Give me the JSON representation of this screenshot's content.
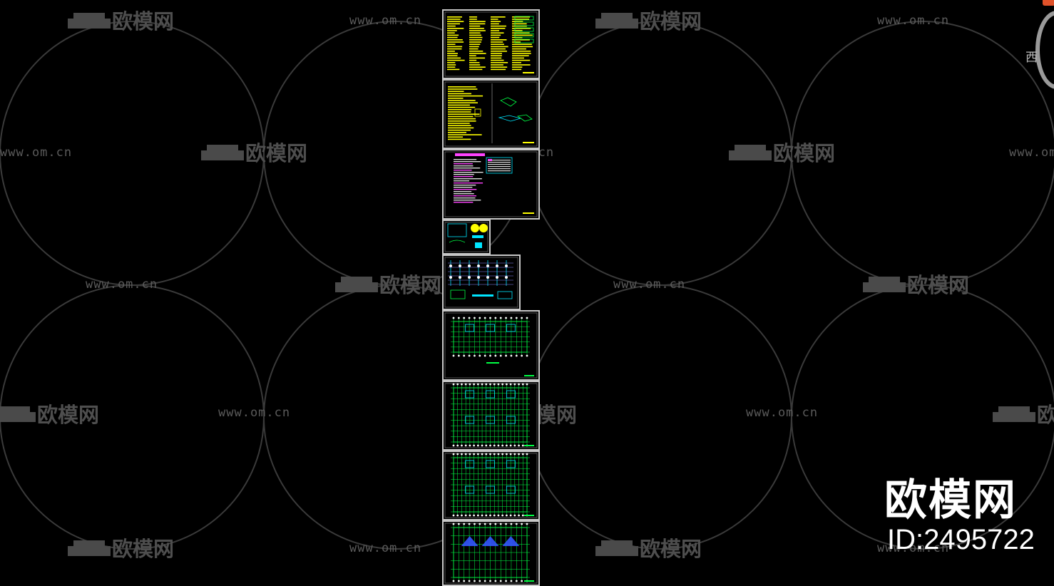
{
  "watermark": {
    "url": "www.om.cn",
    "brand": "欧模网"
  },
  "corner": {
    "compass_label": "西"
  },
  "footer_brand": {
    "name": "欧模网",
    "id_text": "ID:2495722"
  },
  "sheets": [
    {
      "name": "design-notes-sheet",
      "kind": "text-yellow"
    },
    {
      "name": "notes-and-details-sheet",
      "kind": "text-yellow-split"
    },
    {
      "name": "schedule-sheet",
      "kind": "magenta-tables"
    },
    {
      "name": "detail-sheet-small",
      "kind": "cyan-details"
    },
    {
      "name": "column-detail-sheet",
      "kind": "grid-details"
    },
    {
      "name": "foundation-plan-sheet",
      "kind": "plan"
    },
    {
      "name": "floor-plan-sheet-1",
      "kind": "plan-dense"
    },
    {
      "name": "floor-plan-sheet-2",
      "kind": "plan-dense"
    },
    {
      "name": "roof-plan-sheet",
      "kind": "plan-blue"
    }
  ],
  "colors": {
    "background": "#000000",
    "sheet_border": "#c8c8c8",
    "cad_yellow": "#ffff00",
    "cad_green": "#00ff44",
    "cad_cyan": "#00e5ff",
    "cad_magenta": "#ff44ff",
    "cad_blue": "#3355ff",
    "watermark": "#555555",
    "accent_badge": "#e0522a"
  }
}
